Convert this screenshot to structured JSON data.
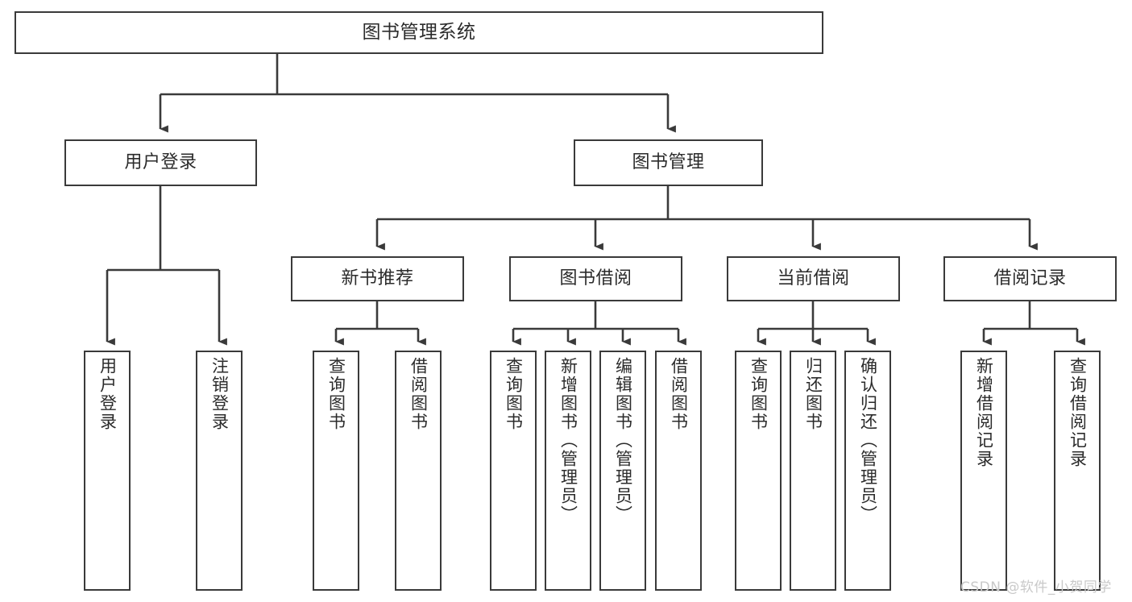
{
  "diagram": {
    "title": "图书管理系统",
    "type": "hierarchy-tree",
    "orientation": "top-down",
    "colors": {
      "node_border": "#3a3a3a",
      "node_fill": "#ffffff",
      "edge": "#3a3a3a",
      "text": "#2b2b2b",
      "watermark": "#c9c9c9",
      "background": "#ffffff"
    },
    "levels": {
      "level1": [
        {
          "id": "root",
          "label": "图书管理系统",
          "text_direction": "horizontal"
        }
      ],
      "level2": [
        {
          "id": "user-login",
          "label": "用户登录",
          "text_direction": "horizontal"
        },
        {
          "id": "book-management",
          "label": "图书管理",
          "text_direction": "horizontal"
        }
      ],
      "level3": [
        {
          "id": "new-book-recommend",
          "label": "新书推荐",
          "text_direction": "horizontal"
        },
        {
          "id": "book-borrow",
          "label": "图书借阅",
          "text_direction": "horizontal"
        },
        {
          "id": "current-borrow",
          "label": "当前借阅",
          "text_direction": "horizontal"
        },
        {
          "id": "borrow-record",
          "label": "借阅记录",
          "text_direction": "horizontal"
        }
      ],
      "level4": [
        {
          "id": "leaf-user-login",
          "label": "用户登录",
          "parent": "user-login",
          "text_direction": "vertical"
        },
        {
          "id": "leaf-logout-login",
          "label": "注销登录",
          "parent": "user-login",
          "text_direction": "vertical"
        },
        {
          "id": "leaf-query-book-1",
          "label": "查询图书",
          "parent": "new-book-recommend",
          "text_direction": "vertical"
        },
        {
          "id": "leaf-borrow-book-1",
          "label": "借阅图书",
          "parent": "new-book-recommend",
          "text_direction": "vertical"
        },
        {
          "id": "leaf-query-book-2",
          "label": "查询图书",
          "parent": "book-borrow",
          "text_direction": "vertical"
        },
        {
          "id": "leaf-add-book",
          "label": "新增图书（管理员）",
          "parent": "book-borrow",
          "text_direction": "vertical"
        },
        {
          "id": "leaf-edit-book",
          "label": "编辑图书（管理员）",
          "parent": "book-borrow",
          "text_direction": "vertical"
        },
        {
          "id": "leaf-borrow-book-2",
          "label": "借阅图书",
          "parent": "book-borrow",
          "text_direction": "vertical"
        },
        {
          "id": "leaf-query-book-3",
          "label": "查询图书",
          "parent": "current-borrow",
          "text_direction": "vertical"
        },
        {
          "id": "leaf-return-book",
          "label": "归还图书",
          "parent": "current-borrow",
          "text_direction": "vertical"
        },
        {
          "id": "leaf-confirm-return",
          "label": "确认归还（管理员）",
          "parent": "current-borrow",
          "text_direction": "vertical"
        },
        {
          "id": "leaf-add-record",
          "label": "新增借阅记录",
          "parent": "borrow-record",
          "text_direction": "vertical"
        },
        {
          "id": "leaf-query-record",
          "label": "查询借阅记录",
          "parent": "borrow-record",
          "text_direction": "vertical"
        }
      ]
    },
    "watermark": "CSDN @软件_小贺同学"
  }
}
